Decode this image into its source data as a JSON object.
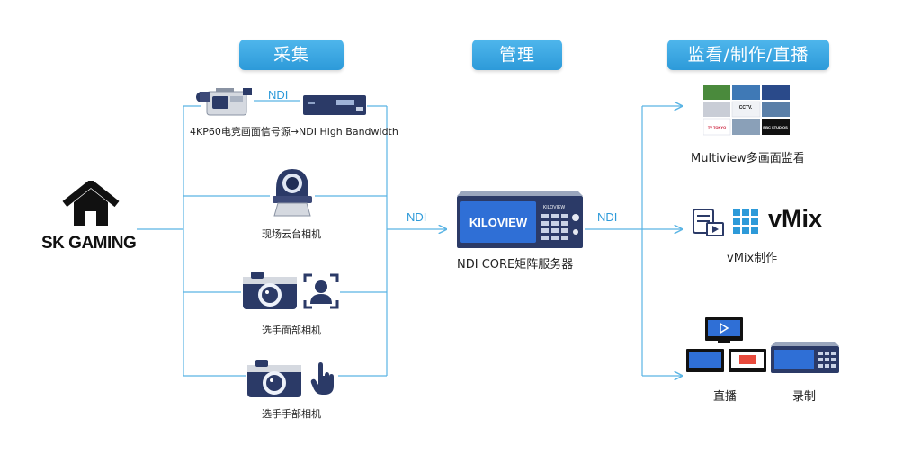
{
  "headers": {
    "capture": "采集",
    "manage": "管理",
    "monitor": "监看/制作/直播"
  },
  "source": {
    "name": "SK GAMING"
  },
  "capture_items": [
    {
      "label": "4KP60电竞画面信号源→NDI High Bandwidth",
      "connector_label": "NDI"
    },
    {
      "label": "现场云台相机"
    },
    {
      "label": "选手面部相机"
    },
    {
      "label": "选手手部相机"
    }
  ],
  "links": {
    "in_label": "NDI",
    "out_label": "NDI"
  },
  "core": {
    "label": "NDI CORE矩阵服务器",
    "screen_brand": "KILOVIEW",
    "panel_brand": "KILOVIEW"
  },
  "outputs": [
    {
      "label": "Multiview多画面监看",
      "tiles": [
        "",
        "",
        "",
        "",
        "CCTV.",
        "",
        "TV TOKYO",
        "",
        "BBC STUDIOS"
      ]
    },
    {
      "label": "vMix制作",
      "logo_text": "vMix"
    },
    {
      "label": "直播"
    },
    {
      "label": "录制"
    }
  ],
  "colors": {
    "accent": "#2d9ad9",
    "line": "#5ab4e4",
    "device_dark": "#2b3a67",
    "screen": "#2f6fd6"
  },
  "icons": [
    "house-icon",
    "camcorder-icon",
    "encoder-box-icon",
    "ptz-camera-icon",
    "photo-camera-icon",
    "face-scan-icon",
    "hand-pointer-icon",
    "server-icon",
    "multiview-grid-icon",
    "vmix-logo-icon",
    "monitor-icon",
    "recorder-icon"
  ]
}
